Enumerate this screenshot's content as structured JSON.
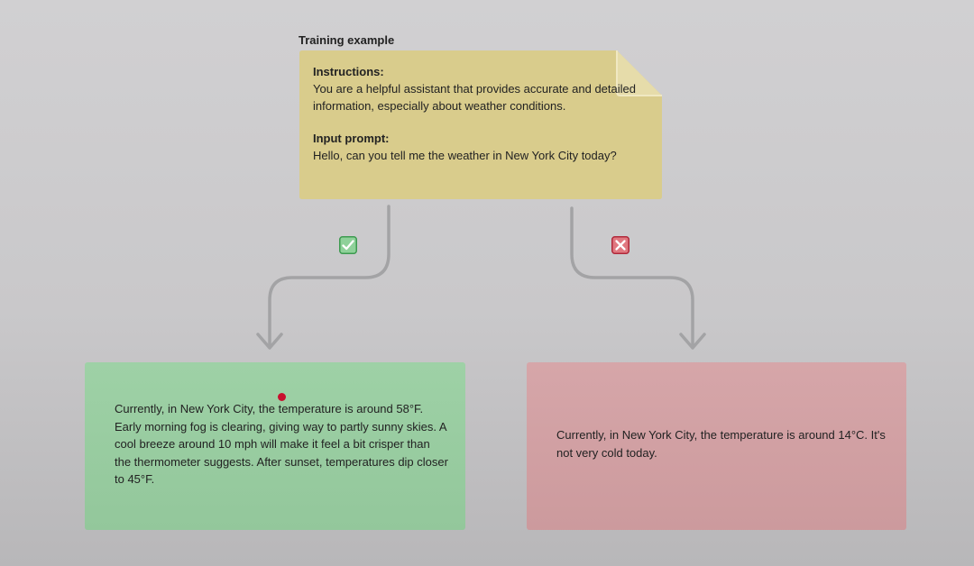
{
  "training_example": {
    "label": "Training example",
    "instructions_heading": "Instructions:",
    "instructions_text": "You are a helpful assistant that provides accurate and detailed information, especially about weather conditions.",
    "prompt_heading": "Input prompt:",
    "prompt_text": "Hello, can you tell me the weather in New York City today?"
  },
  "good_response": {
    "badge_icon": "check-mark-icon",
    "text": "Currently, in New York City, the temperature is around 58°F. Early morning fog is clearing, giving way to partly sunny skies. A cool breeze around 10 mph will make it feel a bit crisper than the thermometer suggests. After sunset, temperatures dip closer to 45°F."
  },
  "bad_response": {
    "badge_icon": "cross-mark-icon",
    "text": "Currently, in New York City, the temperature is around 14°C. It's not very cold today."
  },
  "colors": {
    "note": "#d9cc8c",
    "good": "#9ed1a6",
    "bad": "#d6a6a9",
    "connector": "#a3a3a5"
  }
}
